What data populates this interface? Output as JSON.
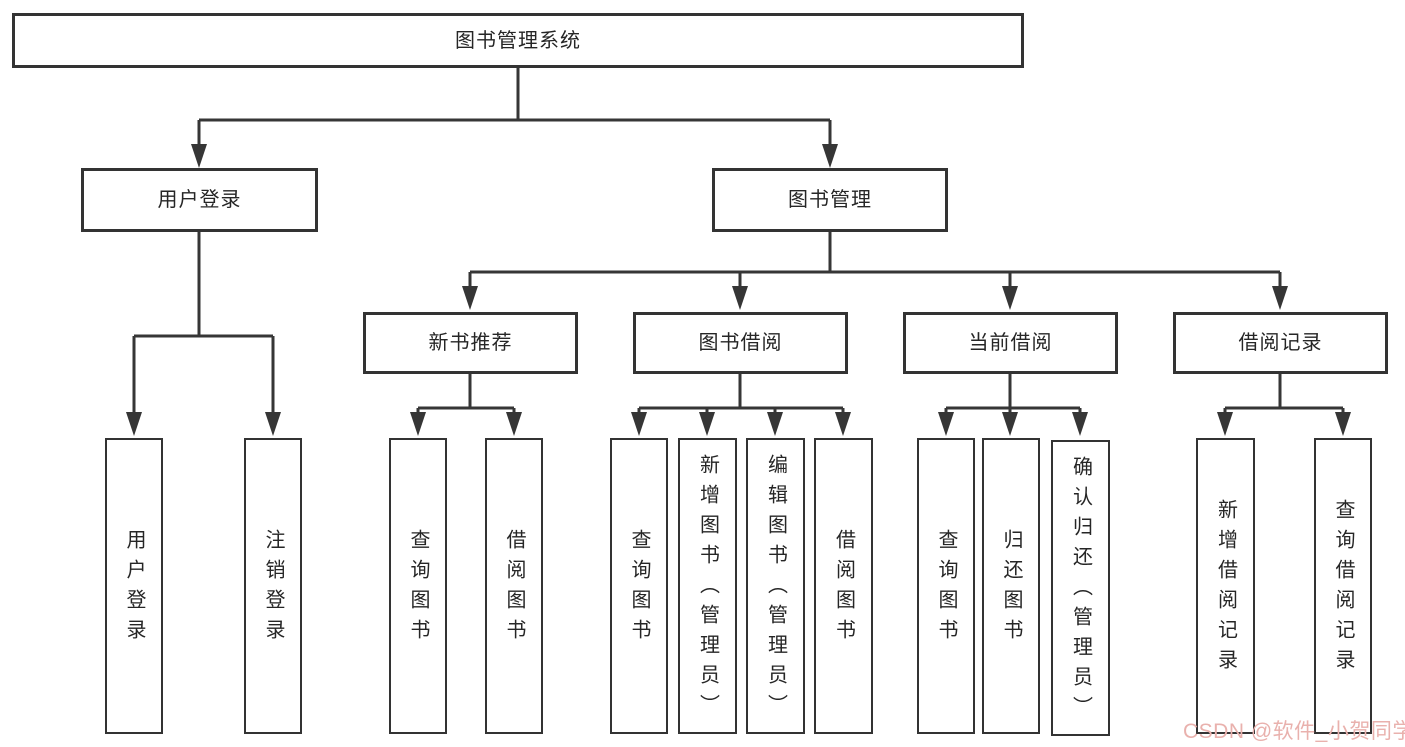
{
  "tree": {
    "root": {
      "label": "图书管理系统"
    },
    "branches": [
      {
        "label": "用户登录",
        "children": [
          {
            "label": "用户登录"
          },
          {
            "label": "注销登录"
          }
        ]
      },
      {
        "label": "图书管理",
        "children": [
          {
            "label": "新书推荐",
            "children": [
              {
                "label": "查询图书"
              },
              {
                "label": "借阅图书"
              }
            ]
          },
          {
            "label": "图书借阅",
            "children": [
              {
                "label": "查询图书"
              },
              {
                "label": "新增图书（管理员）"
              },
              {
                "label": "编辑图书（管理员）"
              },
              {
                "label": "借阅图书"
              }
            ]
          },
          {
            "label": "当前借阅",
            "children": [
              {
                "label": "查询图书"
              },
              {
                "label": "归还图书"
              },
              {
                "label": "确认归还（管理员）"
              }
            ]
          },
          {
            "label": "借阅记录",
            "children": [
              {
                "label": "新增借阅记录"
              },
              {
                "label": "查询借阅记录"
              }
            ]
          }
        ]
      }
    ]
  },
  "watermark": {
    "text": "CSDN @软件_小贺同学",
    "color": "#e9b1ad"
  },
  "colors": {
    "line": "#363636",
    "box_border": "#333333",
    "box_fill": "#ffffff",
    "text": "#262626",
    "background": "#ffffff"
  }
}
